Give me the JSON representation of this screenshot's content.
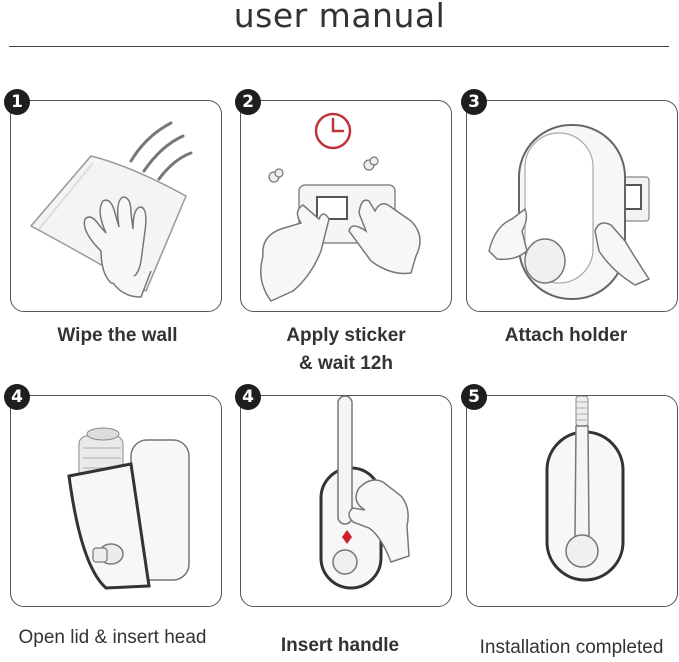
{
  "header": {
    "title": "user manual"
  },
  "steps": [
    {
      "number": "1",
      "caption": "Wipe the wall"
    },
    {
      "number": "2",
      "caption_line1": "Apply sticker",
      "caption_line2": "& wait 12h"
    },
    {
      "number": "3",
      "caption": "Attach holder"
    },
    {
      "number": "4",
      "caption": "Open lid & insert head"
    },
    {
      "number": "4",
      "caption": "Insert handle"
    },
    {
      "number": "5",
      "caption": "Installation completed"
    }
  ],
  "colors": {
    "badge": "#1e1e1e",
    "clock": "#c0333a",
    "marker": "#d11f2a",
    "frame": "#555555"
  }
}
